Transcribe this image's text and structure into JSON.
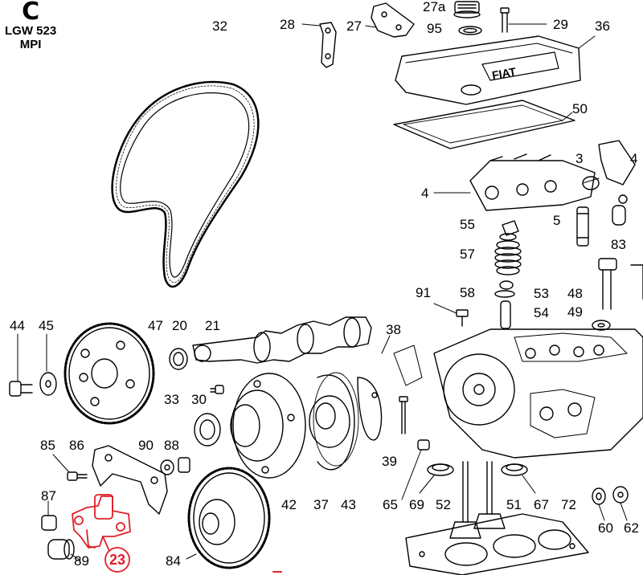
{
  "header": {
    "section_letter": "C",
    "model_line1": "LGW 523",
    "model_line2": "MPI"
  },
  "highlight_color": "#e0202a",
  "callouts": [
    {
      "id": "32",
      "text": "32"
    },
    {
      "id": "28",
      "text": "28"
    },
    {
      "id": "27",
      "text": "27"
    },
    {
      "id": "27a",
      "text": "27a"
    },
    {
      "id": "95",
      "text": "95"
    },
    {
      "id": "29",
      "text": "29"
    },
    {
      "id": "36",
      "text": "36"
    },
    {
      "id": "50",
      "text": "50"
    },
    {
      "id": "3",
      "text": "3"
    },
    {
      "id": "4a",
      "text": "4"
    },
    {
      "id": "4b",
      "text": "4"
    },
    {
      "id": "55",
      "text": "55"
    },
    {
      "id": "5",
      "text": "5"
    },
    {
      "id": "83",
      "text": "83"
    },
    {
      "id": "57",
      "text": "57"
    },
    {
      "id": "91",
      "text": "91"
    },
    {
      "id": "58",
      "text": "58"
    },
    {
      "id": "53",
      "text": "53"
    },
    {
      "id": "48",
      "text": "48"
    },
    {
      "id": "54",
      "text": "54"
    },
    {
      "id": "49",
      "text": "49"
    },
    {
      "id": "44",
      "text": "44"
    },
    {
      "id": "45",
      "text": "45"
    },
    {
      "id": "47",
      "text": "47"
    },
    {
      "id": "20",
      "text": "20"
    },
    {
      "id": "21",
      "text": "21"
    },
    {
      "id": "38",
      "text": "38"
    },
    {
      "id": "33",
      "text": "33"
    },
    {
      "id": "30",
      "text": "30"
    },
    {
      "id": "85",
      "text": "85"
    },
    {
      "id": "86",
      "text": "86"
    },
    {
      "id": "90",
      "text": "90"
    },
    {
      "id": "88",
      "text": "88"
    },
    {
      "id": "39",
      "text": "39"
    },
    {
      "id": "87",
      "text": "87"
    },
    {
      "id": "42",
      "text": "42"
    },
    {
      "id": "37",
      "text": "37"
    },
    {
      "id": "43",
      "text": "43"
    },
    {
      "id": "65",
      "text": "65"
    },
    {
      "id": "69",
      "text": "69"
    },
    {
      "id": "52",
      "text": "52"
    },
    {
      "id": "51",
      "text": "51"
    },
    {
      "id": "67",
      "text": "67"
    },
    {
      "id": "72",
      "text": "72"
    },
    {
      "id": "60",
      "text": "60"
    },
    {
      "id": "62",
      "text": "62"
    },
    {
      "id": "89",
      "text": "89"
    },
    {
      "id": "84",
      "text": "84"
    },
    {
      "id": "23",
      "text": "23"
    }
  ]
}
